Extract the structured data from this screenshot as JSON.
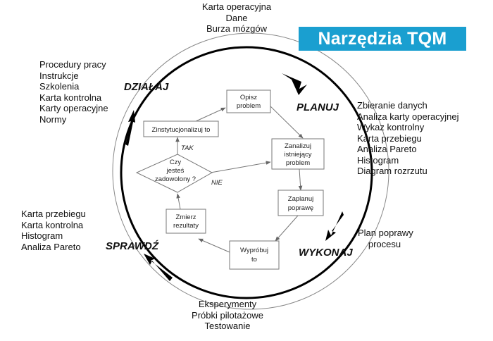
{
  "title": "Narzędzia TQM",
  "top_tools": [
    "Karta operacyjna",
    "Dane",
    "Burza mózgów"
  ],
  "left_top_tools": [
    "Procedury pracy",
    "Instrukcje",
    "Szkolenia",
    "Karta kontrolna",
    "Karty operacyjne",
    "Normy"
  ],
  "right_tools": [
    "Zbieranie danych",
    "Analiza karty operacyjnej",
    "Wykaz kontrolny",
    "Karta przebiegu",
    "Analiza Pareto",
    "Histogram",
    "Diagram rozrzutu"
  ],
  "left_bottom_tools": [
    "Karta przebiegu",
    "Karta kontrolna",
    "Histogram",
    "Analiza Pareto"
  ],
  "right_bottom_tools": [
    "Plan poprawy",
    "procesu"
  ],
  "bottom_tools": [
    "Eksperymenty",
    "Próbki pilotażowe",
    "Testowanie"
  ],
  "phases": {
    "act": "DZIAŁAJ",
    "plan": "PLANUJ",
    "do": "WYKONAJ",
    "check": "SPRAWDŹ"
  },
  "steps": {
    "describe": [
      "Opisz",
      "problem"
    ],
    "analyze": [
      "Zanalizuj",
      "istniejący",
      "problem"
    ],
    "plan_improvement": [
      "Zaplanuj",
      "poprawę"
    ],
    "test": [
      "Wypróbuj",
      "to"
    ],
    "measure": [
      "Zmierz",
      "rezultaty"
    ],
    "satisfied": [
      "Czy",
      "jesteś",
      "zadowolony ?"
    ],
    "institutionalize": [
      "Zinstytucjonalizuj to"
    ]
  },
  "decision_labels": {
    "yes": "TAK",
    "no": "NIE"
  }
}
